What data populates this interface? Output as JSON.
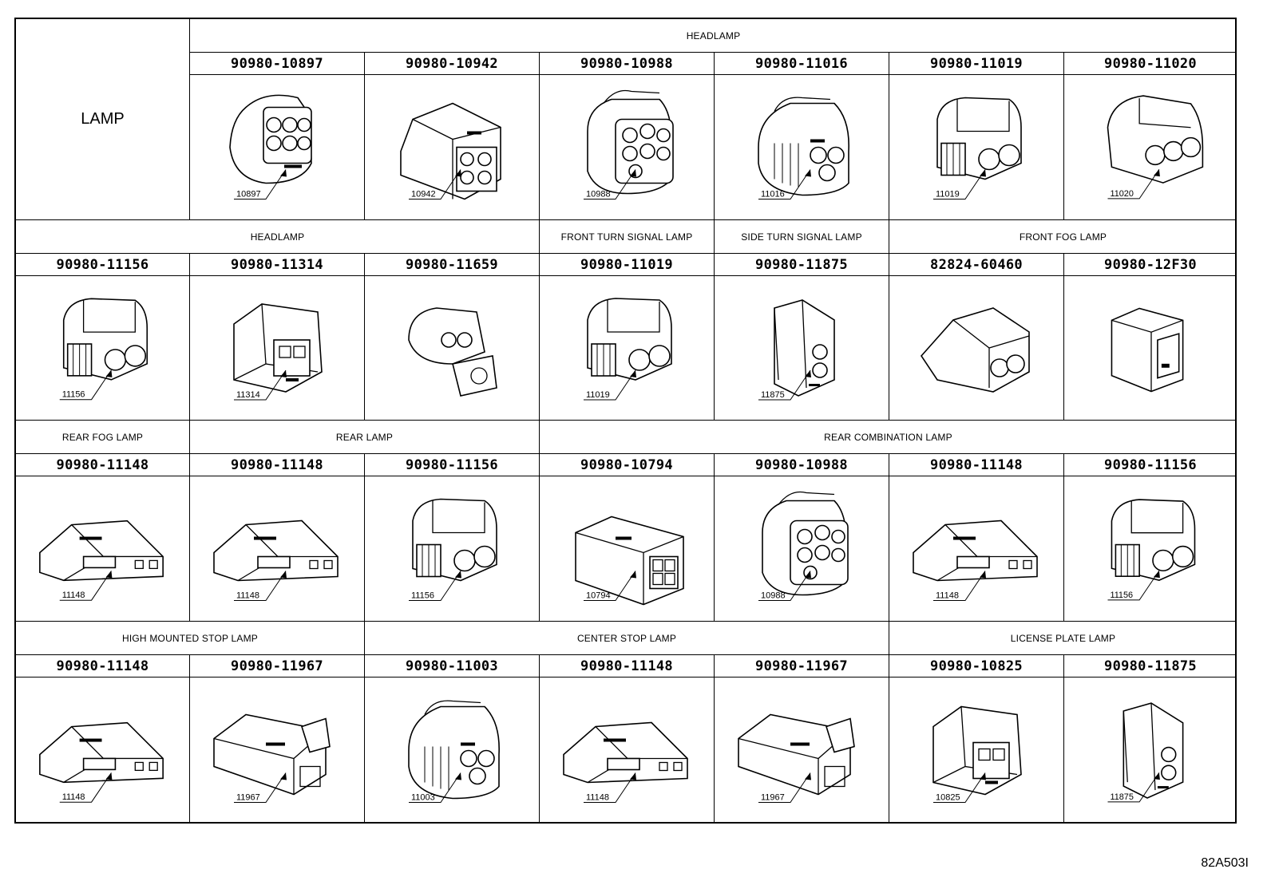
{
  "title_cell": "LAMP",
  "diagram_code": "82A503I",
  "rows": [
    {
      "sections": [
        {
          "label": "HEADLAMP",
          "span": 6
        }
      ],
      "parts": [
        {
          "number": "90980-10897",
          "tag": "10897",
          "shape": "round6"
        },
        {
          "number": "90980-10942",
          "tag": "10942",
          "shape": "box4"
        },
        {
          "number": "90980-10988",
          "tag": "10988",
          "shape": "round6b"
        },
        {
          "number": "90980-11016",
          "tag": "11016",
          "shape": "round3"
        },
        {
          "number": "90980-11019",
          "tag": "11019",
          "shape": "twin"
        },
        {
          "number": "90980-11020",
          "tag": "11020",
          "shape": "triple"
        }
      ]
    },
    {
      "sections": [
        {
          "label": "HEADLAMP",
          "span": 3
        },
        {
          "label": "FRONT TURN SIGNAL LAMP",
          "span": 1
        },
        {
          "label": "SIDE TURN SIGNAL LAMP",
          "span": 1
        },
        {
          "label": "FRONT FOG LAMP",
          "span": 2
        }
      ],
      "parts": [
        {
          "number": "90980-11156",
          "tag": "11156",
          "shape": "twin"
        },
        {
          "number": "90980-11314",
          "tag": "11314",
          "shape": "square"
        },
        {
          "number": "90980-11659",
          "tag": "",
          "shape": "round2clip"
        },
        {
          "number": "90980-11019",
          "tag": "11019",
          "shape": "twin"
        },
        {
          "number": "90980-11875",
          "tag": "11875",
          "shape": "narrow"
        },
        {
          "number": "82824-60460",
          "tag": "",
          "shape": "fog"
        },
        {
          "number": "90980-12F30",
          "tag": "",
          "shape": "smallbox"
        }
      ]
    },
    {
      "sections": [
        {
          "label": "REAR FOG LAMP",
          "span": 1
        },
        {
          "label": "REAR LAMP",
          "span": 2
        },
        {
          "label": "REAR COMBINATION LAMP",
          "span": 4
        }
      ],
      "parts": [
        {
          "number": "90980-11148",
          "tag": "11148",
          "shape": "flat"
        },
        {
          "number": "90980-11148",
          "tag": "11148",
          "shape": "flat"
        },
        {
          "number": "90980-11156",
          "tag": "11156",
          "shape": "twin"
        },
        {
          "number": "90980-10794",
          "tag": "10794",
          "shape": "rect4"
        },
        {
          "number": "90980-10988",
          "tag": "10988",
          "shape": "round6b"
        },
        {
          "number": "90980-11148",
          "tag": "11148",
          "shape": "flat"
        },
        {
          "number": "90980-11156",
          "tag": "11156",
          "shape": "twin"
        }
      ]
    },
    {
      "sections": [
        {
          "label": "HIGH MOUNTED STOP LAMP",
          "span": 2
        },
        {
          "label": "CENTER STOP LAMP",
          "span": 3
        },
        {
          "label": "LICENSE PLATE LAMP",
          "span": 2
        }
      ],
      "parts": [
        {
          "number": "90980-11148",
          "tag": "11148",
          "shape": "flat"
        },
        {
          "number": "90980-11967",
          "tag": "11967",
          "shape": "long"
        },
        {
          "number": "90980-11003",
          "tag": "11003",
          "shape": "round3"
        },
        {
          "number": "90980-11148",
          "tag": "11148",
          "shape": "flat"
        },
        {
          "number": "90980-11967",
          "tag": "11967",
          "shape": "long"
        },
        {
          "number": "90980-10825",
          "tag": "10825",
          "shape": "square"
        },
        {
          "number": "90980-11875",
          "tag": "11875",
          "shape": "narrow"
        }
      ]
    }
  ]
}
